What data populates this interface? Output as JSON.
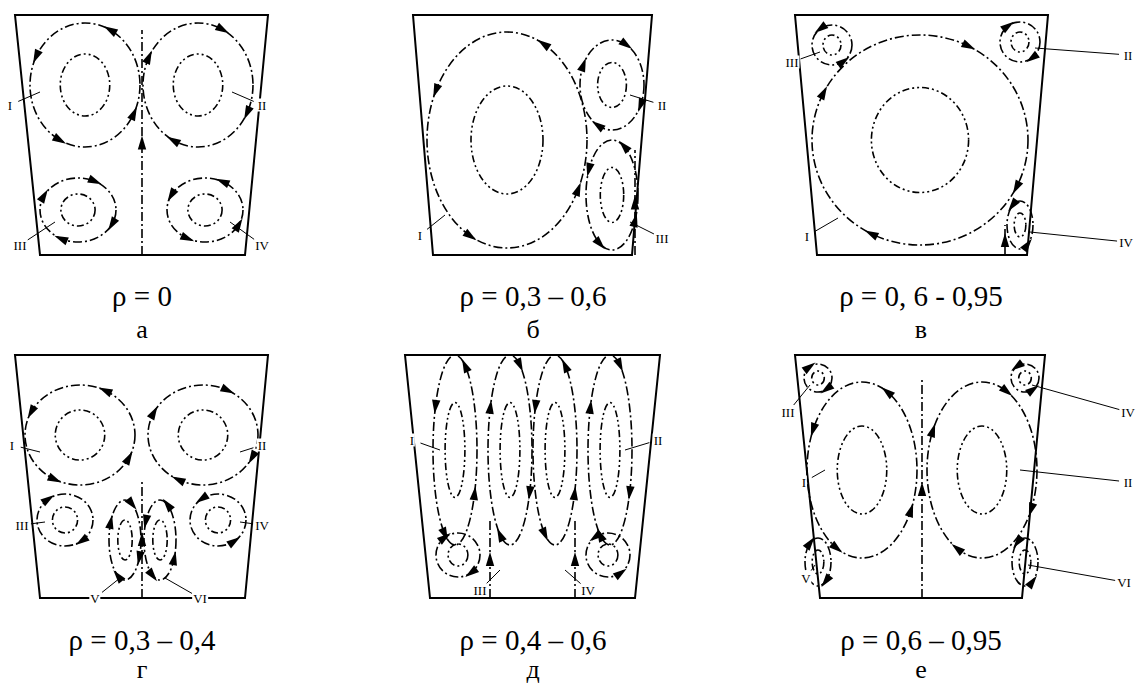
{
  "diagram": {
    "labels": [
      "ρ = 0",
      "а",
      "I",
      "II",
      "III",
      "IV",
      "ρ = 0,3 – 0,6",
      "б",
      "I",
      "II",
      "III",
      "ρ = 0, 6 - 0,95",
      "в",
      "III",
      "II",
      "I",
      "IV",
      "ρ = 0,3 – 0,4",
      "г",
      "I",
      "II",
      "III",
      "IV",
      "V",
      "VI",
      "ρ = 0,4 – 0,6",
      "д",
      "I",
      "II",
      "III",
      "IV",
      "ρ = 0,6 – 0,95",
      "е",
      "III",
      "IV",
      "I",
      "II",
      "V",
      "VI"
    ]
  }
}
